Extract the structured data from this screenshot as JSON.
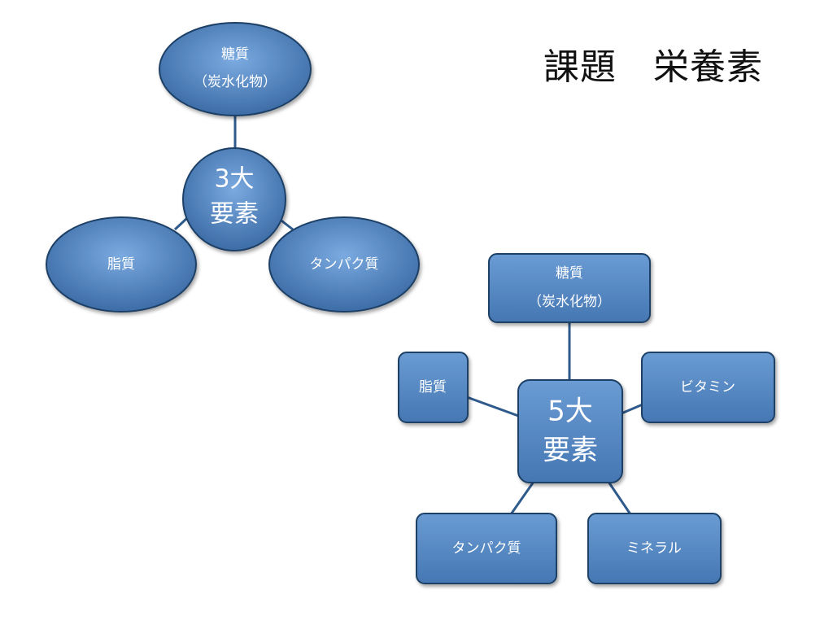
{
  "title": "課題　栄養素",
  "colors": {
    "node_fill_light": "#6d9ed6",
    "node_fill_dark": "#3f6fa8",
    "node_stroke": "#1f3f66",
    "connector": "#2f5a8c",
    "text": "#ffffff"
  },
  "three_major": {
    "center": {
      "line1": "3大",
      "line2": "要素"
    },
    "carbohydrate": {
      "line1": "糖質",
      "line2": "（炭水化物）"
    },
    "fat": {
      "label": "脂質"
    },
    "protein": {
      "label": "タンパク質"
    }
  },
  "five_major": {
    "center": {
      "line1": "5大",
      "line2": "要素"
    },
    "carbohydrate": {
      "line1": "糖質",
      "line2": "（炭水化物）"
    },
    "fat": {
      "label": "脂質"
    },
    "vitamin": {
      "label": "ビタミン"
    },
    "protein": {
      "label": "タンパク質"
    },
    "mineral": {
      "label": "ミネラル"
    }
  }
}
